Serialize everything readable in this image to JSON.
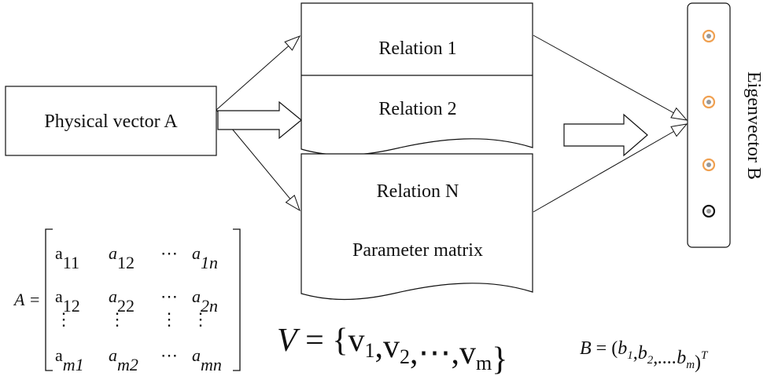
{
  "physical_vector": {
    "label": "Physical vector A"
  },
  "relations": [
    {
      "label": "Relation 1"
    },
    {
      "label": "Relation 2"
    },
    {
      "label": "Relation N"
    }
  ],
  "parameter_matrix": {
    "label": "Parameter matrix"
  },
  "eigenvector": {
    "label": "Eigenvector  B",
    "dot_color": "#f0a050",
    "last_dot_color": "#111111"
  },
  "matrix_A": {
    "name": "A",
    "equals": "=",
    "rows": [
      [
        {
          "b": "a",
          "s": "11"
        },
        {
          "b": "a",
          "s": "12"
        },
        {
          "b": "⋯",
          "s": ""
        },
        {
          "b": "a",
          "s": "1n"
        }
      ],
      [
        {
          "b": "a",
          "s": "12"
        },
        {
          "b": "a",
          "s": "22"
        },
        {
          "b": "⋯",
          "s": ""
        },
        {
          "b": "a",
          "s": "2n"
        }
      ],
      [
        {
          "b": "⋮",
          "s": ""
        },
        {
          "b": "⋮",
          "s": ""
        },
        {
          "b": "⋮",
          "s": ""
        },
        {
          "b": "⋮",
          "s": ""
        }
      ],
      [
        {
          "b": "a",
          "s": "m1"
        },
        {
          "b": "a",
          "s": "m2"
        },
        {
          "b": "⋯",
          "s": ""
        },
        {
          "b": "a",
          "s": "mn"
        }
      ]
    ]
  },
  "formula_V": {
    "lhs": "V",
    "eq": "=",
    "open": "{",
    "items": [
      {
        "b": "v",
        "s": "1"
      },
      {
        "b": "v",
        "s": "2"
      },
      {
        "b": "⋯",
        "s": ""
      },
      {
        "b": "v",
        "s": "m"
      }
    ],
    "close": "}"
  },
  "formula_B": {
    "lhs": "B",
    "eq": "=",
    "open": "(",
    "items": [
      {
        "b": "b",
        "s": "1"
      },
      {
        "b": "b",
        "s": "2"
      },
      {
        "b": "....b",
        "s": "m"
      }
    ],
    "close": ")",
    "sup": "T"
  }
}
